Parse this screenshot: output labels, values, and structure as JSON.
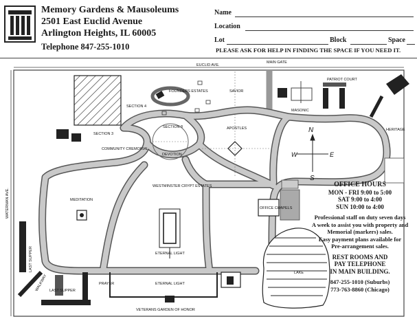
{
  "header": {
    "company": "Memory Gardens & Mausoleums",
    "street": "2501 East Euclid Avenue",
    "city": "Arlington Heights, IL 60005",
    "telephone": "Telephone 847-255-1010"
  },
  "form": {
    "name_label": "Name",
    "location_label": "Location",
    "lot_label": "Lot",
    "block_label": "Block",
    "space_label": "Space",
    "help_text": "PLEASE ASK FOR HELP IN FINDING THE SPACE IF YOU NEED IT."
  },
  "map": {
    "roads": {
      "euclid": "EUCLID AVE.",
      "waterman": "WATERMAN AVE."
    },
    "labels": {
      "main_gate": "MAIN GATE",
      "patriot_court": "PATRIOT COURT",
      "founders_estates": "FOUNDERS ESTATES",
      "savior": "SAVIOR",
      "section4": "SECTION 4",
      "section3": "SECTION 3",
      "section8": "SECTION 8",
      "apostles": "APOSTLES",
      "masonic": "MASONIC",
      "heritage": "HERITAGE",
      "community": "COMMUNITY CREMORIAL",
      "devotion": "DEVOTION",
      "meditation": "MEDITATION",
      "westminster": "WESTMINSTER CRYPT ESTATES",
      "eternal_light_1": "ETERNAL LIGHT",
      "eternal_light_2": "ETERNAL LIGHT",
      "office_chapels": "OFFICE CHAPELS",
      "lake": "LAKE",
      "prayer": "PRAYER",
      "last_supper_1": "LAST SUPPER",
      "last_supper_2": "LAST SUPPER",
      "walkway": "WALKWAY",
      "veterans": "VETERANS GARDEN OF HONOR"
    },
    "compass": {
      "n": "N",
      "s": "S",
      "e": "E",
      "w": "W"
    }
  },
  "office": {
    "title": "OFFICE HOURS",
    "hours": [
      "MON - FRI 9:00 to 5:00",
      "SAT 9:00 to 4:00",
      "SUN 10:00 to 4:00"
    ],
    "staff": [
      "Professional staff on duty seven days",
      "A week to assist you with property and",
      "Memorial (markers) sales.",
      "Easy payment plans available for",
      "Pre-arrangement sales."
    ],
    "restrooms": [
      "REST ROOMS AND",
      "PAY TELEPHONE",
      "IN MAIN BUILDING."
    ],
    "phones": [
      "847-255-1010 (Suburbs)",
      "773-763-8860 (Chicago)"
    ]
  }
}
